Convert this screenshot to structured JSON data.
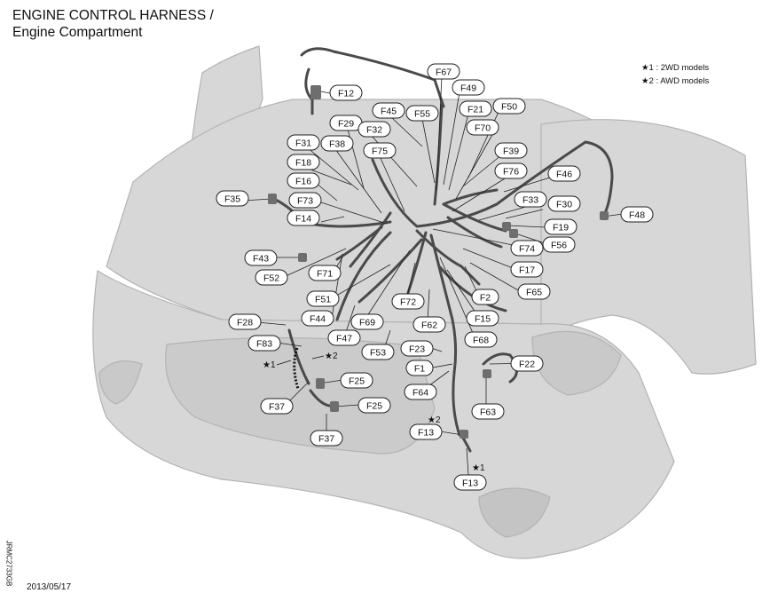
{
  "title": {
    "line1": "ENGINE CONTROL HARNESS /",
    "line2": "Engine Compartment"
  },
  "legend": {
    "item1": "★1 : 2WD models",
    "item2": "★2 : AWD models"
  },
  "doc_id": "JRMC2733GB",
  "date": "2013/05/17",
  "stars": {
    "s1": "★1",
    "s2": "★2"
  },
  "connectors": {
    "F12": "F12",
    "F67": "F67",
    "F49": "F49",
    "F45": "F45",
    "F55": "F55",
    "F21": "F21",
    "F50": "F50",
    "F29": "F29",
    "F32": "F32",
    "F70": "F70",
    "F31": "F31",
    "F38": "F38",
    "F75": "F75",
    "F39": "F39",
    "F18": "F18",
    "F76": "F76",
    "F46": "F46",
    "F16": "F16",
    "F33": "F33",
    "F35": "F35",
    "F73": "F73",
    "F30": "F30",
    "F48": "F48",
    "F14": "F14",
    "F19": "F19",
    "F56": "F56",
    "F74": "F74",
    "F43": "F43",
    "F17": "F17",
    "F71": "F71",
    "F52": "F52",
    "F65": "F65",
    "F51": "F51",
    "F2": "F2",
    "F72": "F72",
    "F44": "F44",
    "F15": "F15",
    "F69": "F69",
    "F62": "F62",
    "F47": "F47",
    "F68": "F68",
    "F28": "F28",
    "F53": "F53",
    "F23": "F23",
    "F83": "F83",
    "F22": "F22",
    "F1": "F1",
    "F25": "F25",
    "F64": "F64",
    "F37": "F37",
    "F63": "F63",
    "F13": "F13"
  }
}
